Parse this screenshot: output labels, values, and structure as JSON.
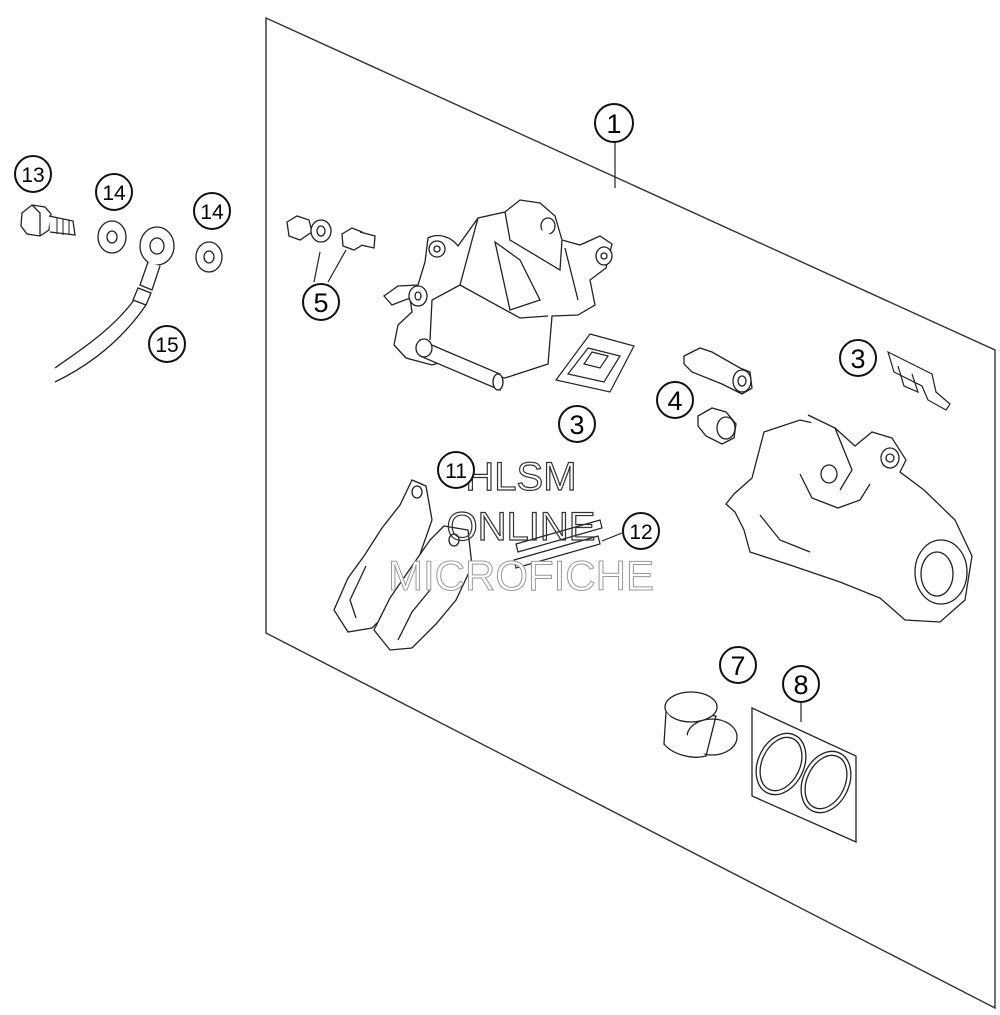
{
  "callouts": [
    {
      "id": "c1",
      "label": "1"
    },
    {
      "id": "c3a",
      "label": "3"
    },
    {
      "id": "c3b",
      "label": "3"
    },
    {
      "id": "c4",
      "label": "4"
    },
    {
      "id": "c5",
      "label": "5"
    },
    {
      "id": "c7",
      "label": "7"
    },
    {
      "id": "c8",
      "label": "8"
    },
    {
      "id": "c11",
      "label": "11"
    },
    {
      "id": "c12",
      "label": "12"
    },
    {
      "id": "c13",
      "label": "13"
    },
    {
      "id": "c14a",
      "label": "14"
    },
    {
      "id": "c14b",
      "label": "14"
    },
    {
      "id": "c15",
      "label": "15"
    }
  ],
  "watermark": {
    "line1": "HLSM",
    "line2": "ONLINE",
    "line3": "MICROFICHE"
  },
  "colors": {
    "line": "#222222",
    "part_fill": "#ffffff",
    "panel_line": "#333333"
  }
}
